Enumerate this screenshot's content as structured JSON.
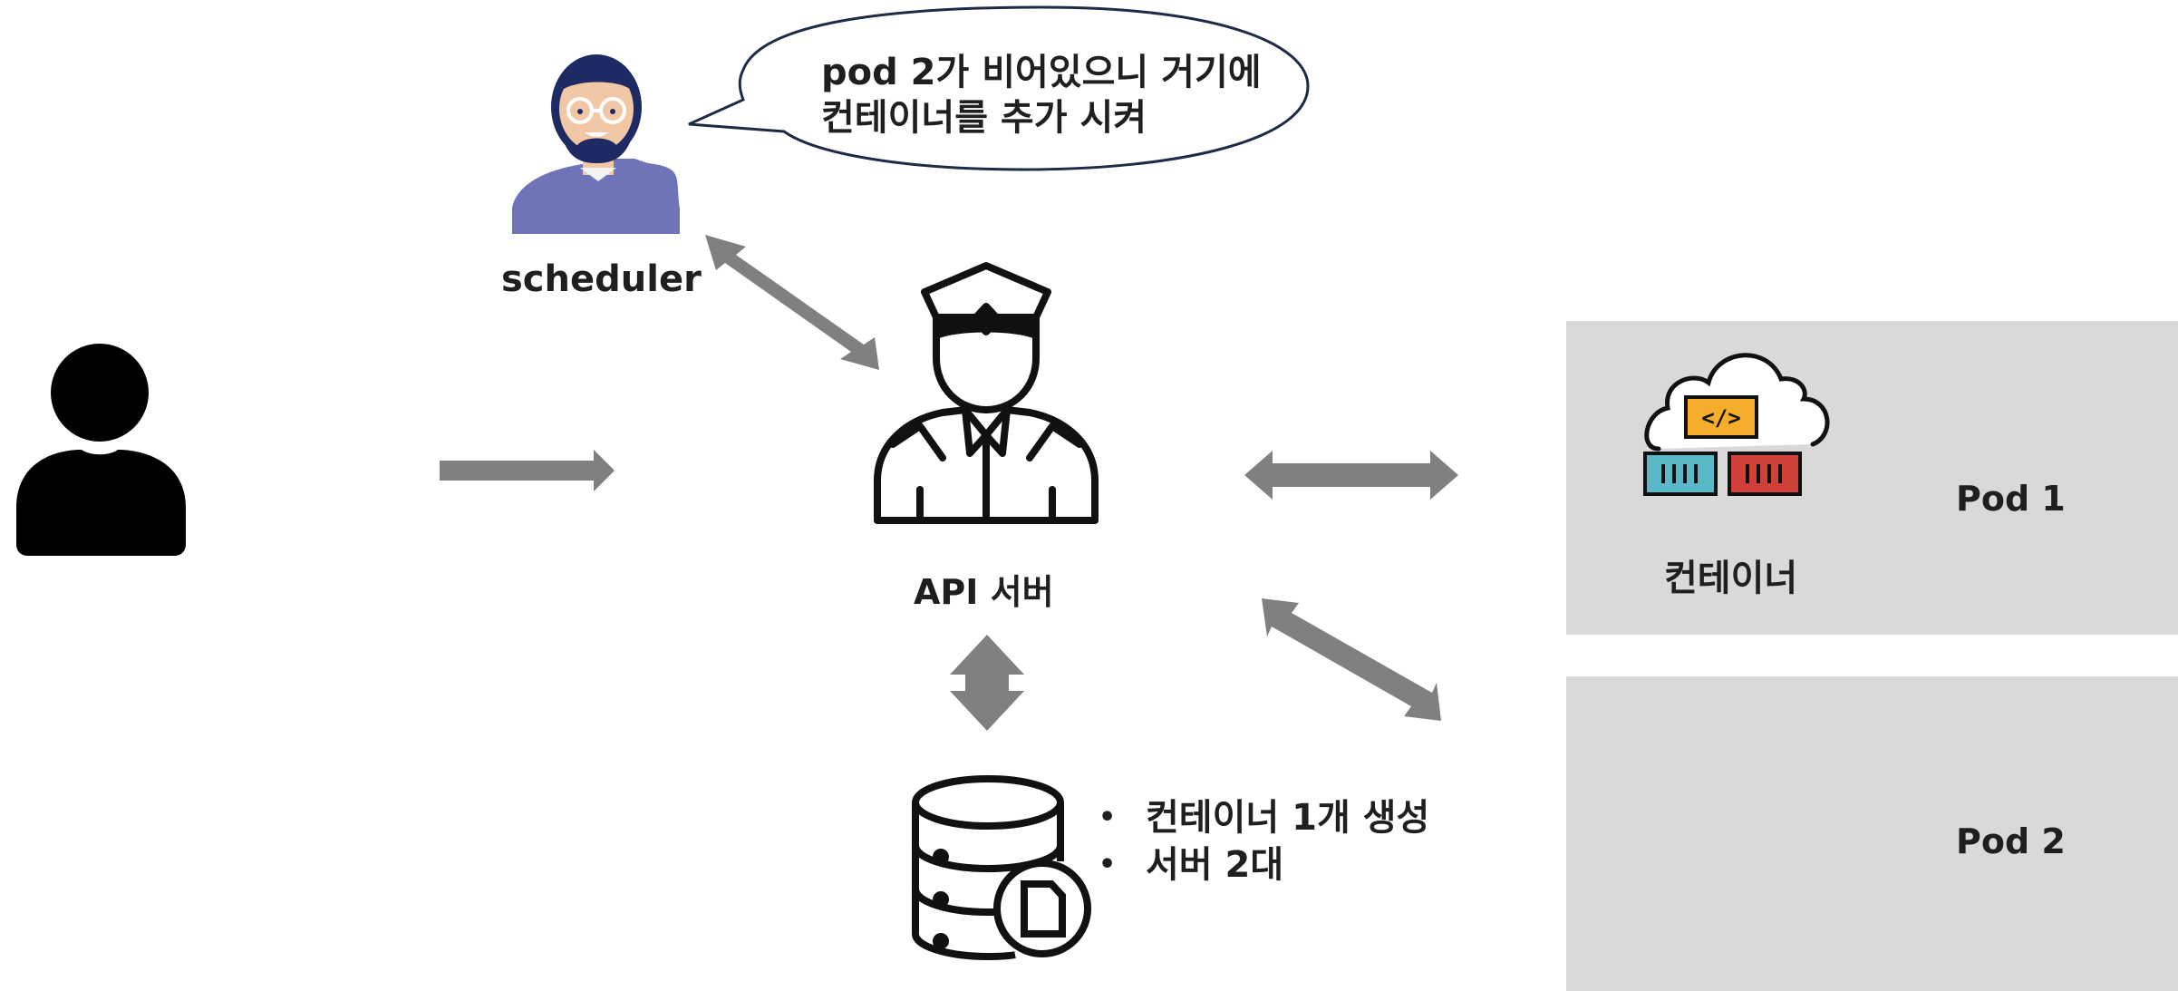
{
  "speech_bubble": {
    "line1": "pod 2가 비어있으니 거기에",
    "line2": "컨테이너를 추가 시켜"
  },
  "scheduler": {
    "label": "scheduler",
    "icon": "scheduler-avatar-icon"
  },
  "user": {
    "icon": "user-silhouette-icon"
  },
  "api_server": {
    "label": "API 서버",
    "icon": "police-officer-icon"
  },
  "database": {
    "icon": "database-document-icon",
    "notes": [
      "컨테이너 1개 생성",
      "서버 2대"
    ]
  },
  "pods": [
    {
      "label": "Pod 1",
      "container_label": "컨테이너",
      "container_icon": "cloud-containers-icon"
    },
    {
      "label": "Pod 2"
    }
  ],
  "colors": {
    "arrow": "#808080",
    "pod_background": "#d9d9d9",
    "avatar_shirt": "#6f74b8",
    "container_blue": "#5bb8c8",
    "container_red": "#d2403b",
    "code_box": "#f5ae2c"
  }
}
